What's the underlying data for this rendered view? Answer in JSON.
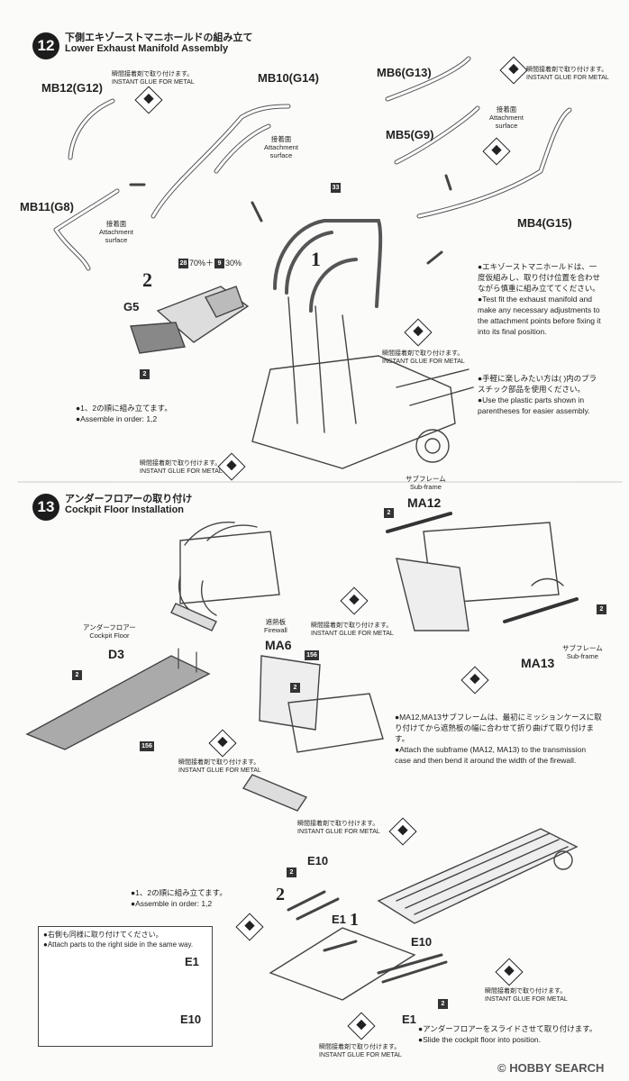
{
  "step12": {
    "number": "12",
    "title_jp": "下側エキゾーストマニホールドの組み立て",
    "title_en": "Lower Exhaust Manifold Assembly",
    "parts": {
      "mb12": "MB12(G12)",
      "mb10": "MB10(G14)",
      "mb11": "MB11(G8)",
      "mb6": "MB6(G13)",
      "mb5": "MB5(G9)",
      "mb4": "MB4(G15)",
      "g5": "G5"
    },
    "attach_jp": "接着面",
    "attach_en_1": "Attachment",
    "attach_en_2": "surface",
    "glue_jp": "瞬間接着剤で取り付けます。",
    "glue_en": "INSTANT GLUE FOR METAL",
    "paint_mix": "70%＋",
    "paint_mix_2": "30%",
    "paint_a": "28",
    "paint_b": "9",
    "color_33": "33",
    "color_2": "2",
    "seq_1": "1",
    "seq_2": "2",
    "order_jp": "●1、2の順に組み立てます。",
    "order_en": "●Assemble in order: 1,2",
    "note1_jp": "●エキゾーストマニホールドは、一度仮組みし、取り付け位置を合わせながら慎重に組み立ててください。",
    "note1_en": "●Test fit the exhaust manifold and make any necessary adjustments to the attachment points before fixing it into its final position.",
    "note2_jp": "●手軽に楽しみたい方は( )内のプラスチック部品を使用ください。",
    "note2_en": "●Use the plastic parts shown in parentheses for easier assembly."
  },
  "step13": {
    "number": "13",
    "title_jp": "アンダーフロアーの取り付け",
    "title_en": "Cockpit Floor Installation",
    "subframe_jp": "サブフレーム",
    "subframe_en": "Sub-frame",
    "ma12": "MA12",
    "ma13": "MA13",
    "underfloor_jp": "アンダーフロアー",
    "underfloor_en": "Cockpit Floor",
    "d3": "D3",
    "firewall_jp": "遮熱板",
    "firewall_en": "Firewall",
    "ma6": "MA6",
    "color_156": "156",
    "color_2": "2",
    "note_jp": "●MA12,MA13サブフレームは、最初にミッションケースに取り付けてから遮熱板の幅に合わせて折り曲げて取り付けます。",
    "note_en": "●Attach the subframe (MA12, MA13) to the transmission case and then bend it around the width of the firewall.",
    "e10": "E10",
    "e1": "E1",
    "seq_1": "1",
    "seq_2": "2",
    "order_jp": "●1、2の順に組み立てます。",
    "order_en": "●Assemble in order: 1,2",
    "inset_jp": "●右側も同様に取り付けてください。",
    "inset_en": "●Attach parts to the right side in the same way.",
    "slide_jp": "●アンダーフロアーをスライドさせて取り付けます。",
    "slide_en": "●Slide the cockpit floor into position."
  },
  "watermark": {
    "copyright": "©",
    "brand": "HOBBY SEARCH"
  }
}
